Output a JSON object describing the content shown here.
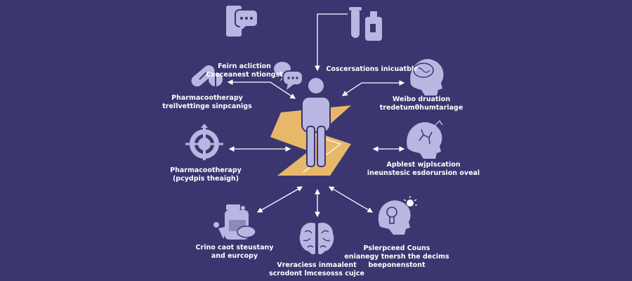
{
  "colors": {
    "background": "#3b3670",
    "icon": "#b9b6e2",
    "accent": "#e8b86a",
    "arrow": "#ffffff"
  },
  "center": {
    "icon": "person-icon"
  },
  "nodes": [
    {
      "id": "top-left",
      "icon": "chat-phone-icon",
      "lines": [
        "Feirn acliction",
        "Cxeceanest ntiongst"
      ]
    },
    {
      "id": "top-right",
      "icon": "test-tube-bottle-icon",
      "lines": [
        "Coscersations inicuatble"
      ]
    },
    {
      "id": "mid-left-top",
      "icon": "pills-icon",
      "lines": [
        "Pharmacootherapy",
        "trellvettinge sinpcanigs"
      ]
    },
    {
      "id": "mid-right-top",
      "icon": "brain-head-icon",
      "lines": [
        "Weibo druation",
        "tredetumθhumtariage"
      ]
    },
    {
      "id": "mid-left",
      "icon": "target-icon",
      "lines": [
        "Pharmacootherapy",
        "(pcydpis theaigh)"
      ]
    },
    {
      "id": "mid-right",
      "icon": "molecule-head-icon",
      "lines": [
        "Apblest wjplscation",
        "ineunstesic esdorursion oveal"
      ]
    },
    {
      "id": "bottom-left",
      "icon": "medicine-bottle-icon",
      "lines": [
        "Crino caot steustany",
        "and eurcopy"
      ]
    },
    {
      "id": "bottom-center",
      "icon": "brain-icon",
      "lines": [
        "Vreraciess inmaalent",
        "scrodont lmcesosss cujce"
      ]
    },
    {
      "id": "bottom-right",
      "icon": "lightbulb-head-icon",
      "lines": [
        "Pslerpceed Couns",
        "enianegy tnersh the decims",
        "beeponenstont"
      ]
    }
  ]
}
